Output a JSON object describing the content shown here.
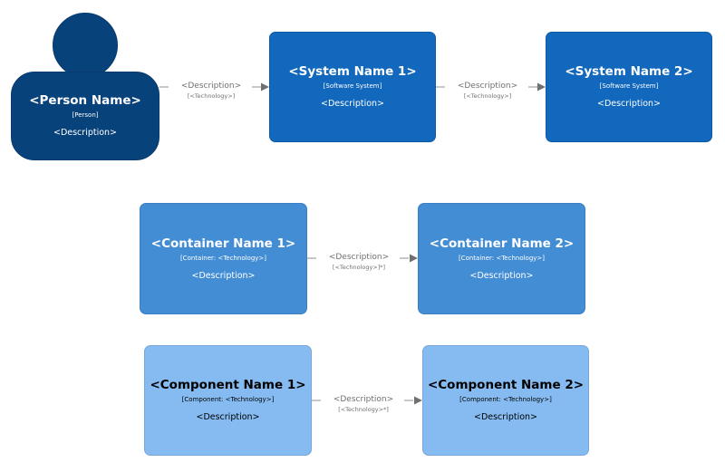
{
  "person": {
    "name": "<Person Name>",
    "kind": "[Person]",
    "description": "<Description>"
  },
  "systems": [
    {
      "name": "<System Name 1>",
      "kind": "[Software System]",
      "description": "<Description>"
    },
    {
      "name": "<System Name 2>",
      "kind": "[Software System]",
      "description": "<Description>"
    }
  ],
  "containers": [
    {
      "name": "<Container Name 1>",
      "kind": "[Container: <Technology>]",
      "description": "<Description>"
    },
    {
      "name": "<Container Name 2>",
      "kind": "[Container: <Technology>]",
      "description": "<Description>"
    }
  ],
  "components": [
    {
      "name": "<Component Name 1>",
      "kind": "[Component: <Technology>]",
      "description": "<Description>"
    },
    {
      "name": "<Component Name 2>",
      "kind": "[Component: <Technology>]",
      "description": "<Description>"
    }
  ],
  "relationships": [
    {
      "description": "<Description>",
      "technology": "[<Technology>]"
    },
    {
      "description": "<Description>",
      "technology": "[<Technology>]"
    },
    {
      "description": "<Description>",
      "technology": "[<Technology>]*]"
    },
    {
      "description": "<Description>",
      "technology": "[<Technology>*]"
    }
  ],
  "colors": {
    "person": "#08427b",
    "software_system": "#1168bd",
    "container": "#438dd5",
    "component": "#85bbf0",
    "relationship": "#707070"
  }
}
